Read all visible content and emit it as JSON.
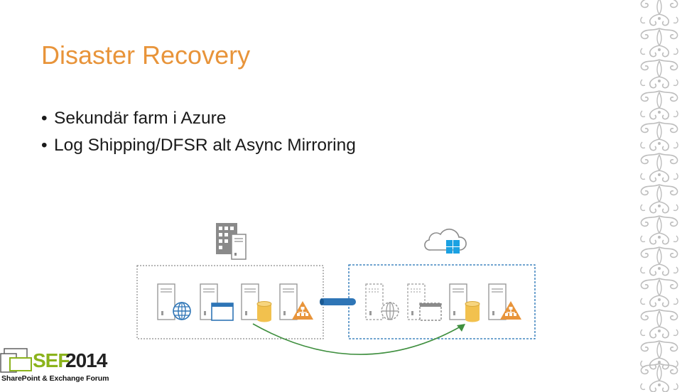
{
  "slide": {
    "title": "Disaster Recovery",
    "bullets": [
      "Sekundär farm i Azure",
      "Log Shipping/DFSR alt Async Mirroring"
    ]
  },
  "diagram": {
    "onprem_icon": "office-building-icon",
    "cloud_icon": "azure-cloud-icon",
    "onprem_servers": [
      "web-server-icon",
      "app-server-icon",
      "database-server-icon",
      "network-server-icon"
    ],
    "azure_servers": [
      "web-server-icon",
      "app-server-icon",
      "database-server-icon",
      "network-server-icon"
    ],
    "colors": {
      "onprem_border": "#8a8a8a",
      "azure_border": "#1f6fb4",
      "connector": "#2e75b6",
      "replication_arrow": "#3f8f3f",
      "globe": "#2e75b6",
      "database": "#F2C14E",
      "network": "#E8943A",
      "windows": "#1ba1e2"
    }
  },
  "logo": {
    "sef": "SEF",
    "year": "2014",
    "tagline": "SharePoint & Exchange Forum",
    "accent": "#8BB31C"
  },
  "theme": {
    "title_color": "#E8943A"
  }
}
